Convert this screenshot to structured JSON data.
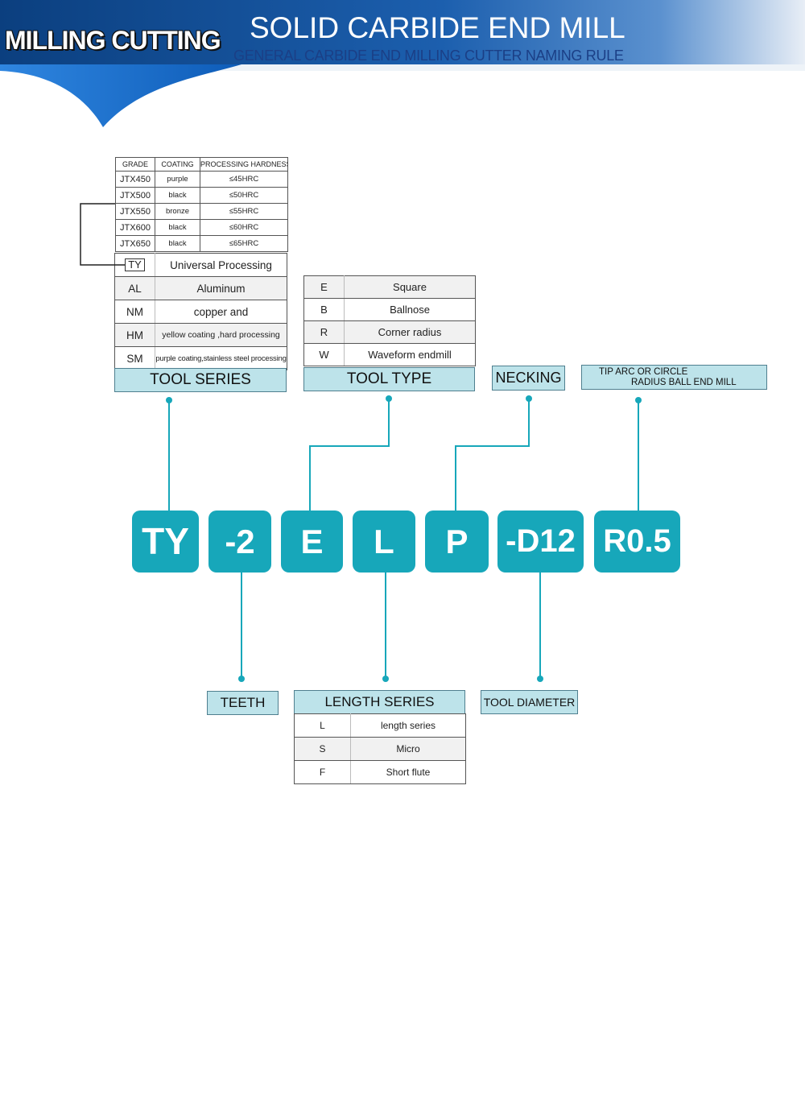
{
  "header": {
    "badge": "MILLING CUTTING",
    "title": "SOLID CARBIDE END MILL",
    "subtitle": "GENERAL CARBIDE END MILLING CUTTER NAMING RULE"
  },
  "grade_table": {
    "headers": [
      "GRADE",
      "COATING",
      "PROCESSING HARDNESS"
    ],
    "rows": [
      {
        "grade": "JTX450",
        "coating": "purple",
        "hardness": "≤45HRC"
      },
      {
        "grade": "JTX500",
        "coating": "black",
        "hardness": "≤50HRC"
      },
      {
        "grade": "JTX550",
        "coating": "bronze",
        "hardness": "≤55HRC"
      },
      {
        "grade": "JTX600",
        "coating": "black",
        "hardness": "≤60HRC"
      },
      {
        "grade": "JTX650",
        "coating": "black",
        "hardness": "≤65HRC"
      }
    ]
  },
  "tool_series": {
    "label": "TOOL SERIES",
    "rows": [
      {
        "code": "TY",
        "desc": "Universal Processing"
      },
      {
        "code": "AL",
        "desc": "Aluminum"
      },
      {
        "code": "NM",
        "desc": "copper and"
      },
      {
        "code": "HM",
        "desc": "yellow coating ,hard processing"
      },
      {
        "code": "SM",
        "desc": "purple coating,stainless steel processing"
      }
    ]
  },
  "tool_type": {
    "label": "TOOL TYPE",
    "rows": [
      {
        "code": "E",
        "desc": "Square"
      },
      {
        "code": "B",
        "desc": "Ballnose"
      },
      {
        "code": "R",
        "desc": "Corner radius"
      },
      {
        "code": "W",
        "desc": "Waveform endmill"
      }
    ]
  },
  "necking": {
    "label": "NECKING"
  },
  "tip_arc": {
    "line1": "TIP ARC OR CIRCLE",
    "line2": "RADIUS BALL END MILL"
  },
  "code_parts": [
    "TY",
    "-2",
    "E",
    "L",
    "P",
    "-D12",
    "R0.5"
  ],
  "teeth": {
    "label": "TEETH"
  },
  "length_series": {
    "label": "LENGTH SERIES",
    "rows": [
      {
        "code": "L",
        "desc": "length series"
      },
      {
        "code": "S",
        "desc": "Micro"
      },
      {
        "code": "F",
        "desc": "Short flute"
      }
    ]
  },
  "tool_diameter": {
    "label": "TOOL DIAMETER"
  },
  "colors": {
    "accent": "#17a7ba",
    "label_fill": "#bde3ea",
    "banner_dark": "#1b4d8c",
    "banner_light": "#dfe9f5"
  }
}
